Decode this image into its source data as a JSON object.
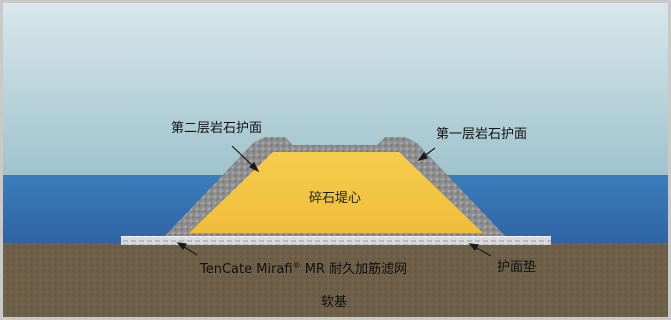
{
  "labels": {
    "secondary_armour": "第二层岩石护面",
    "primary_armour": "第一层岩石护面",
    "core": "碎石堤心",
    "filter": {
      "brand": "TenCate Mirafi",
      "mark": "®",
      "suffix": " MR 耐久加筋滤网"
    },
    "toe_mat": "护面垫",
    "soft_foundation": "软基"
  },
  "colors": {
    "sky_top": "#d5e5e9",
    "sky_bottom": "#a3c6cf",
    "sea": "#3a79b8",
    "core_fill": "#f2c544",
    "armour": "#8f8f8f",
    "mat": "#d8d8dc",
    "soil": "#6b5c46"
  }
}
